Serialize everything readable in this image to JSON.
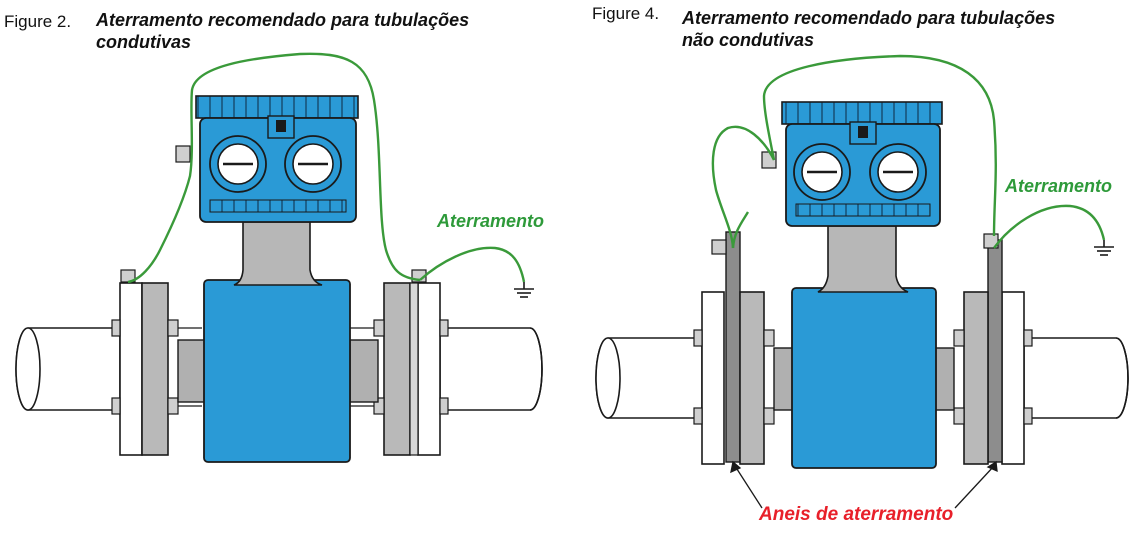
{
  "figures": [
    {
      "id": "fig2",
      "number_label": "Figure 2.",
      "caption_line1": "Aterramento recomendado para tubulações",
      "caption_line2": "condutivas",
      "ground_label": "Aterramento"
    },
    {
      "id": "fig4",
      "number_label": "Figure 4.",
      "caption_line1": "Aterramento recomendado para tubulações",
      "caption_line2": "não condutivas",
      "ground_label": "Aterramento",
      "rings_label": "Aneis de aterramento"
    }
  ],
  "colors": {
    "meter_blue": "#2a9ad6",
    "meter_blue_dark": "#1d6fa3",
    "ground_wire": "#3a9a3a",
    "ground_label": "#2e9a3a",
    "rings_label": "#e8202a",
    "outline": "#1a1a1a",
    "flange_gray": "#b9b9b9",
    "pipe_fill": "#ffffff"
  }
}
